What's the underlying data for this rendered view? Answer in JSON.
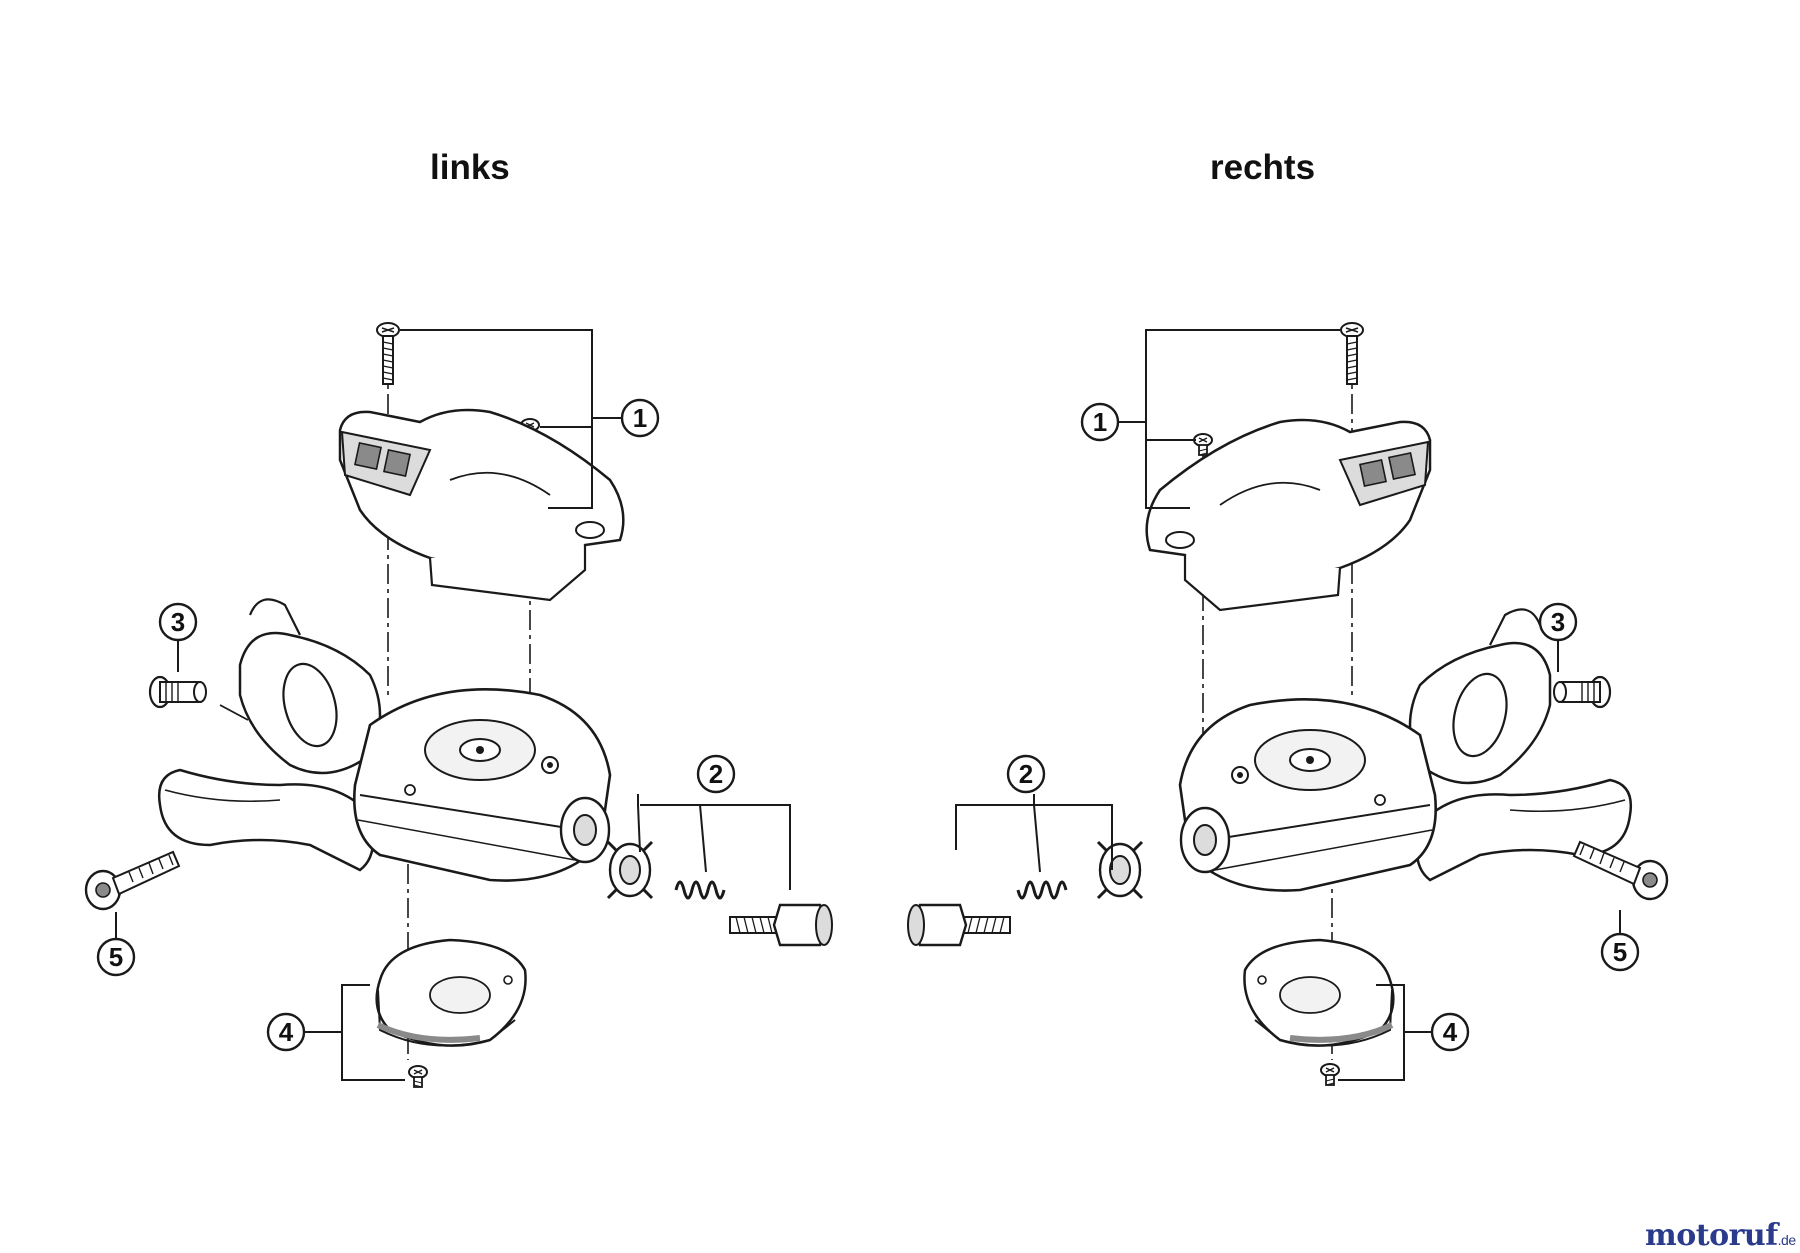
{
  "titles": {
    "left": "links",
    "right": "rechts"
  },
  "callouts": {
    "left": [
      "1",
      "2",
      "3",
      "4",
      "5"
    ],
    "right": [
      "1",
      "2",
      "3",
      "4",
      "5"
    ]
  },
  "watermark": {
    "part_a": "motoruf",
    "part_b": ".de"
  },
  "colors": {
    "line": "#1a1a1a",
    "fill": "#ffffff",
    "shade": "#dcdcdc",
    "dark": "#8a8a8a",
    "watermark_blue": "#2b3b8c",
    "watermark_orange": "#d9532b"
  }
}
